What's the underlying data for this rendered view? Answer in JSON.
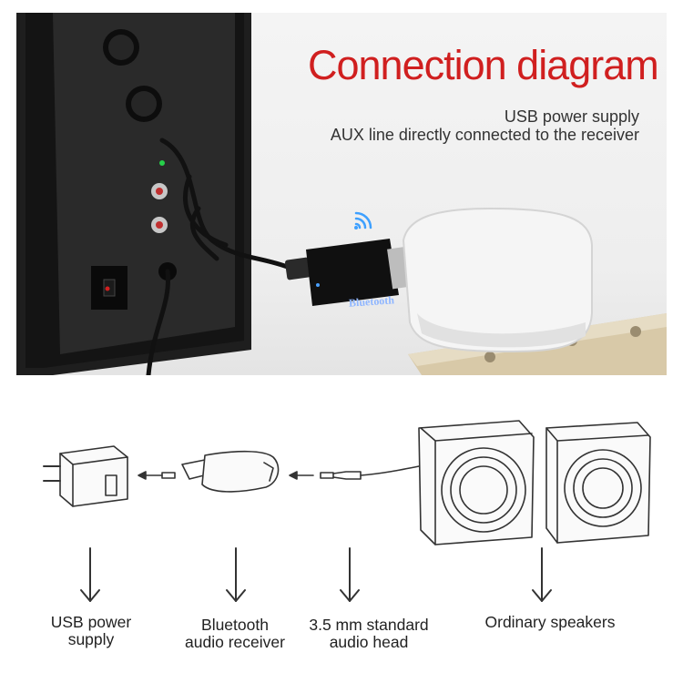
{
  "header": {
    "title": "Connection diagram",
    "line1": "USB power supply",
    "line2": "AUX line directly connected to the receiver"
  },
  "photo": {
    "device_label": "Bluetooth"
  },
  "diagram": {
    "items": [
      {
        "label_line1": "USB power",
        "label_line2": "supply"
      },
      {
        "label_line1": "Bluetooth",
        "label_line2": "audio receiver"
      },
      {
        "label_line1": "3.5 mm standard",
        "label_line2": "audio head"
      },
      {
        "label_line1": "Ordinary speakers",
        "label_line2": ""
      }
    ]
  },
  "colors": {
    "title": "#d01f1f",
    "speaker_body": "#1c1c1c",
    "adapter": "#f2f2f2",
    "line_art": "#333333"
  }
}
